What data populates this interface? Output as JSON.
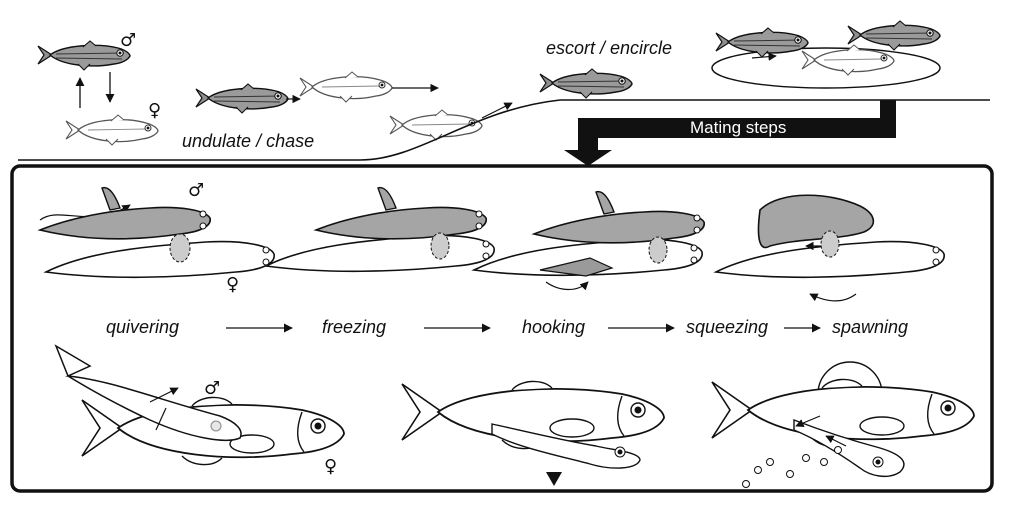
{
  "top": {
    "male_symbol": "♂",
    "female_symbol": "♀",
    "undulate_chase_label": "undulate / chase",
    "escort_encircle_label": "escort / encircle"
  },
  "banner": {
    "label": "Mating steps"
  },
  "steps": [
    {
      "label": "quivering"
    },
    {
      "label": "freezing"
    },
    {
      "label": "hooking"
    },
    {
      "label": "squeezing"
    },
    {
      "label": "spawning"
    }
  ],
  "panel": {
    "male_symbol": "♂",
    "female_symbol": "♀"
  },
  "colors": {
    "male_fill": "#9a9a9a",
    "female_fill": "#ffffff",
    "body_fill": "#bdbdbd",
    "line": "#111111"
  }
}
